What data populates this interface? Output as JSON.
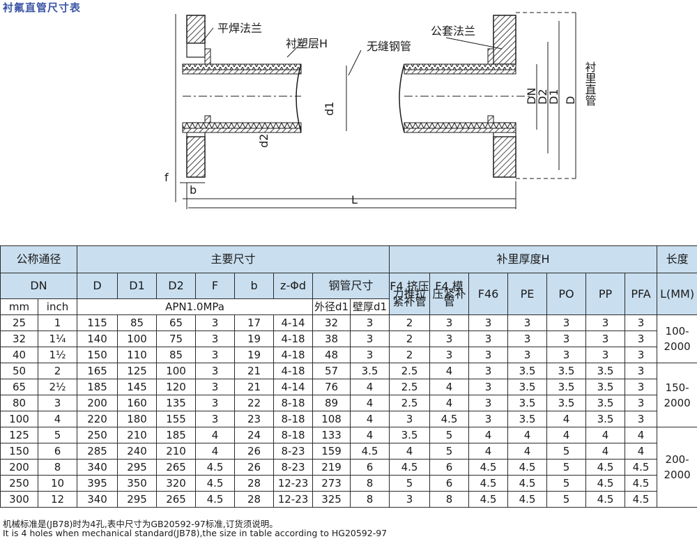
{
  "title": "衬氟直管尺寸表",
  "drawing": {
    "label_flat_flange": "平焊法兰",
    "label_lining": "衬塑层H",
    "label_seamless_pipe": "无缝钢管",
    "label_socket_flange": "公套法兰",
    "label_lined_pipe": "衬里直管",
    "dim_DN": "DN",
    "dim_D2": "D2",
    "dim_D1": "D1",
    "dim_D": "D",
    "dim_d1": "d1",
    "dim_d2": "d2",
    "dim_f": "f",
    "dim_b": "b",
    "dim_L": "L"
  },
  "table": {
    "h_nominal": "公称通径",
    "h_main": "主要尺寸",
    "h_lining": "补里厚度H",
    "h_length": "长度",
    "h_DN": "DN",
    "h_D": "D",
    "h_D1": "D1",
    "h_D2": "D2",
    "h_F": "F",
    "h_b": "b",
    "h_zd": "z-Φd",
    "h_steel": "钢管尺寸",
    "h_f4a": "F4 挤压力推拉紧补管",
    "h_f4b": "F4 模压紧补管",
    "h_f46": "F46",
    "h_pe": "PE",
    "h_po": "PO",
    "h_pp": "PP",
    "h_pfa": "PFA",
    "h_lmm": "L(MM)",
    "h_mm": "mm",
    "h_inch": "inch",
    "h_pressure": "APN1.0MPa",
    "h_od": "外径d1",
    "h_wall": "壁厚d1",
    "rows": [
      [
        "25",
        "1",
        "115",
        "85",
        "65",
        "3",
        "17",
        "4-14",
        "32",
        "3",
        "2",
        "3",
        "3",
        "3",
        "3",
        "3",
        "3"
      ],
      [
        "32",
        "1¼",
        "140",
        "100",
        "75",
        "3",
        "19",
        "4-18",
        "38",
        "3",
        "2",
        "3",
        "3",
        "3",
        "3",
        "3",
        "3"
      ],
      [
        "40",
        "1½",
        "150",
        "110",
        "85",
        "3",
        "19",
        "4-18",
        "48",
        "3",
        "2",
        "3",
        "3",
        "3",
        "3",
        "3",
        "3"
      ],
      [
        "50",
        "2",
        "165",
        "125",
        "100",
        "3",
        "21",
        "4-18",
        "57",
        "3.5",
        "2.5",
        "4",
        "3",
        "3.5",
        "3.5",
        "3.5",
        "3"
      ],
      [
        "65",
        "2½",
        "185",
        "145",
        "120",
        "3",
        "21",
        "4-14",
        "76",
        "4",
        "2.5",
        "4",
        "3",
        "3.5",
        "3.5",
        "3.5",
        "3"
      ],
      [
        "80",
        "3",
        "200",
        "160",
        "135",
        "3",
        "22",
        "8-18",
        "89",
        "4",
        "2.5",
        "4",
        "3",
        "3.5",
        "3.5",
        "3.5",
        "3"
      ],
      [
        "100",
        "4",
        "220",
        "180",
        "155",
        "3",
        "23",
        "8-18",
        "108",
        "4",
        "3",
        "4.5",
        "3",
        "3.5",
        "4",
        "3.5",
        "3"
      ],
      [
        "125",
        "5",
        "250",
        "210",
        "185",
        "4",
        "24",
        "8-18",
        "133",
        "4",
        "3.5",
        "5",
        "4",
        "4",
        "4",
        "4",
        "4"
      ],
      [
        "150",
        "6",
        "285",
        "240",
        "210",
        "4",
        "26",
        "8-23",
        "159",
        "4.5",
        "4",
        "5",
        "4",
        "4",
        "5",
        "4",
        "4"
      ],
      [
        "200",
        "8",
        "340",
        "295",
        "265",
        "4.5",
        "26",
        "8-23",
        "219",
        "6",
        "4.5",
        "6",
        "4.5",
        "4.5",
        "5",
        "4.5",
        "4.5"
      ],
      [
        "250",
        "10",
        "395",
        "350",
        "320",
        "4.5",
        "28",
        "12-23",
        "273",
        "8",
        "5",
        "6",
        "4.5",
        "4.5",
        "5",
        "4.5",
        "4.5"
      ],
      [
        "300",
        "12",
        "340",
        "295",
        "265",
        "4.5",
        "28",
        "12-23",
        "325",
        "8",
        "3",
        "8",
        "4.5",
        "4.5",
        "5",
        "4.5",
        "4.5"
      ]
    ],
    "len_groups": [
      "100-2000",
      "150-2000",
      "200-2000"
    ]
  },
  "note_cn": "机械标准是(JB78)时为4孔,表中尺寸为GB20592-97标准,订货须说明。",
  "note_en": "It is 4 holes when mechanical standard(JB78),the size in table according to HG20592-97",
  "colors": {
    "title": "#3b55a5",
    "header_bg": "#c9dff0"
  }
}
